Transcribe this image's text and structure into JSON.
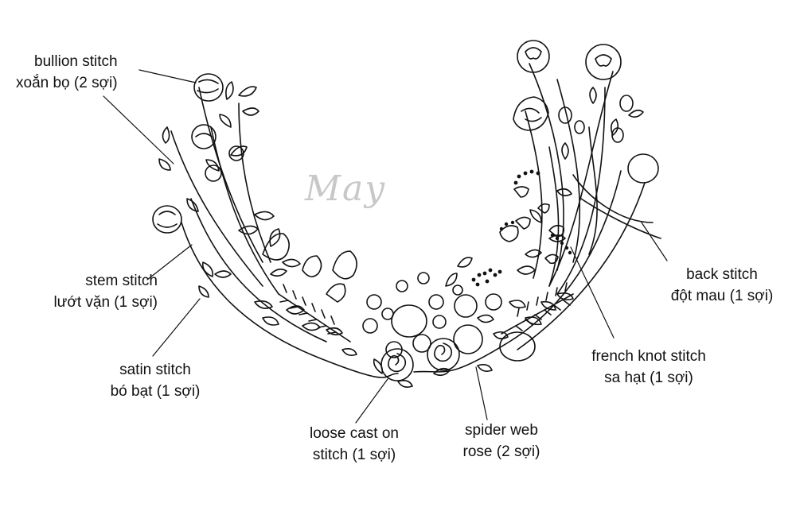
{
  "watermark": {
    "text": "May"
  },
  "colors": {
    "ink": "#111111",
    "watermark": "#c8c8c8",
    "background": "#ffffff"
  },
  "labels": {
    "bullion": {
      "line1": "bullion stitch",
      "line2": "xoắn bọ (2 sợi)"
    },
    "stem": {
      "line1": "stem stitch",
      "line2": "lướt vặn (1 sợi)"
    },
    "satin": {
      "line1": "satin stitch",
      "line2": "bó bạt (1 sợi)"
    },
    "loose": {
      "line1": "loose cast on",
      "line2": "stitch (1 sợi)"
    },
    "spider": {
      "line1": "spider web",
      "line2": "rose (2 sợi)"
    },
    "french": {
      "line1": "french knot stitch",
      "line2": "sa hạt (1 sợi)"
    },
    "back": {
      "line1": "back stitch",
      "line2": "đột mau (1 sợi)"
    }
  }
}
